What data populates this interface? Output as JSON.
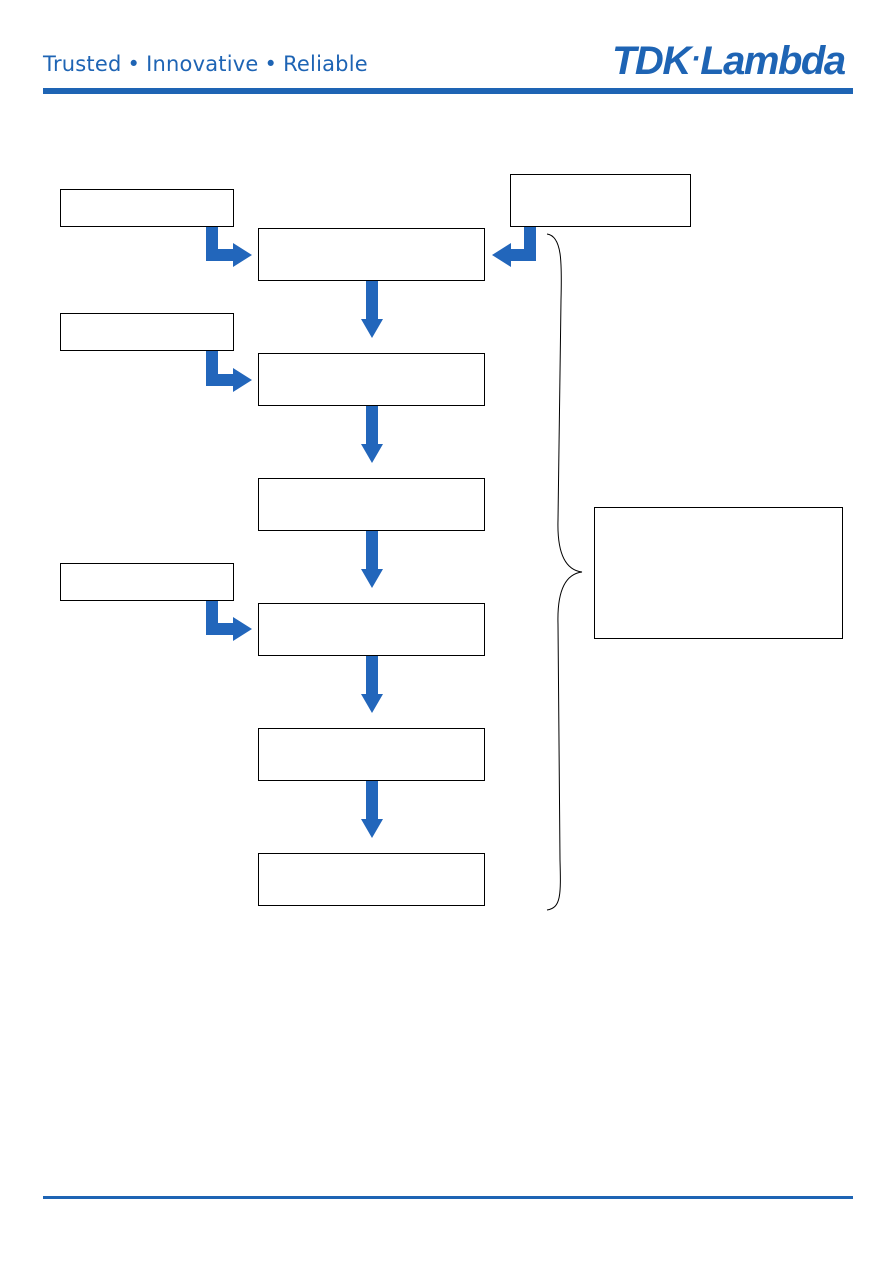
{
  "header": {
    "tagline_parts": [
      "Trusted",
      "Innovative",
      "Reliable"
    ],
    "separator": "•",
    "logo_left": "TDK",
    "logo_sep": "·",
    "logo_right": "Lambda"
  },
  "colors": {
    "brand_blue": "#1e64b4",
    "arrow_blue": "#2266bb",
    "box_border": "#000000"
  },
  "diagram": {
    "main_steps": [
      "",
      "",
      "",
      "",
      "",
      ""
    ],
    "side_inputs": [
      "",
      "",
      ""
    ],
    "top_right_input": "",
    "summary_note": ""
  }
}
